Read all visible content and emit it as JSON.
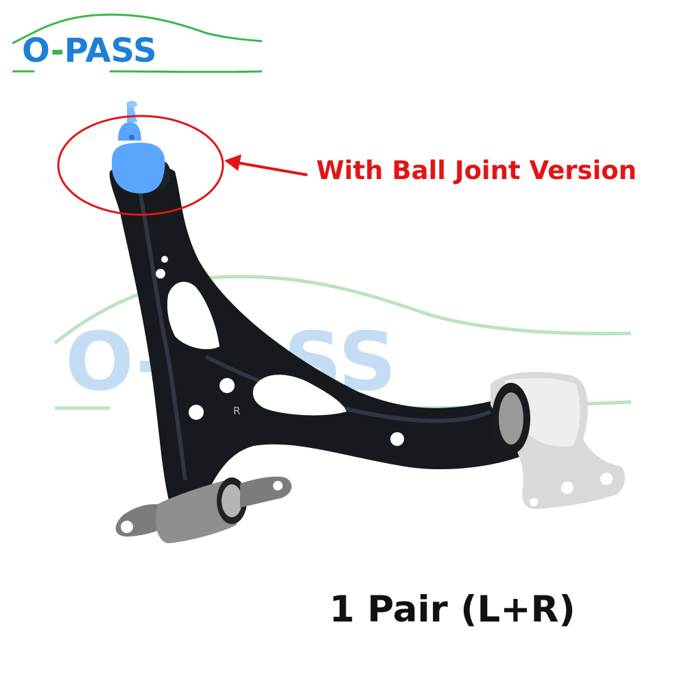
{
  "brand": {
    "name_left": "O",
    "name_dash": "-",
    "name_right": "PASS",
    "primary_color": "#1f7fd6",
    "accent_color": "#3bb54a"
  },
  "watermark": {
    "name_left": "O",
    "name_dash": "-",
    "name_right": "PASS"
  },
  "callout": {
    "text": "With Ball Joint Version",
    "color": "#e01616"
  },
  "caption": {
    "text": "1 Pair (L+R)"
  },
  "part_marking": {
    "text": "R"
  },
  "icons": [
    "car-silhouette-icon",
    "arrow-left-icon"
  ]
}
